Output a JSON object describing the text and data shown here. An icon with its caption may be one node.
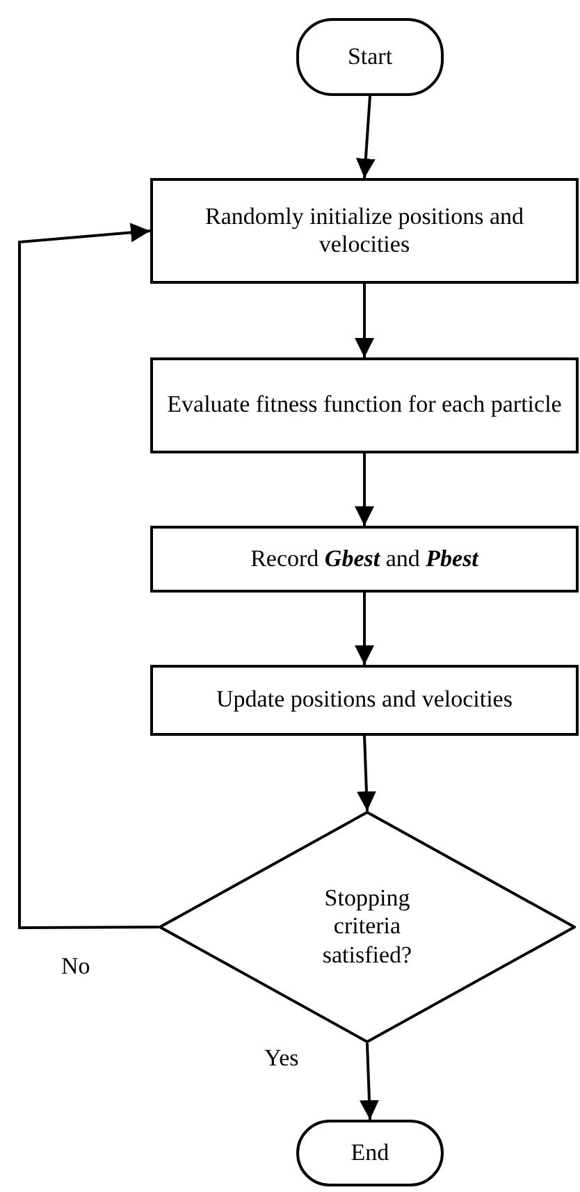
{
  "diagram": {
    "nodes": [
      {
        "text": [
          "Start"
        ]
      },
      {
        "text": [
          "Randomly initialize positions and velocities"
        ]
      },
      {
        "text": [
          "Evaluate fitness function for each particle"
        ]
      },
      {
        "text": [
          "Record **Gbest** and **Pbest**"
        ]
      },
      {
        "text": [
          "Update positions and velocities"
        ]
      },
      {
        "text": [
          "Stopping criteria satisfied?"
        ]
      },
      {
        "text": [
          "End"
        ]
      }
    ],
    "edges": [
      {
        "from": 0,
        "to": 1,
        "arrow": "to"
      },
      {
        "from": 1,
        "to": 2,
        "arrow": "to"
      },
      {
        "from": 2,
        "to": 3,
        "arrow": "to"
      },
      {
        "from": 3,
        "to": 4,
        "arrow": "to"
      },
      {
        "from": 4,
        "to": 5,
        "arrow": "to"
      },
      {
        "from": 5,
        "to": 6,
        "label": "Yes",
        "arrow": "to"
      },
      {
        "from": 5,
        "to": 1,
        "label": "No",
        "arrow": "to"
      }
    ]
  }
}
